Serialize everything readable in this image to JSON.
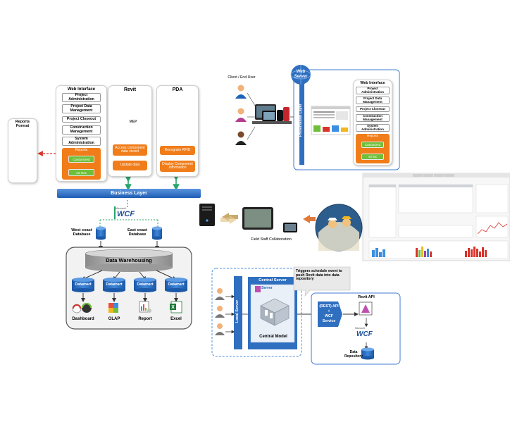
{
  "reports_panel": {
    "title": "Reports Format"
  },
  "web_interface": {
    "title": "Web Interface",
    "items": [
      "Project Administration",
      "Project Data Management",
      "Project Closeout",
      "Construction Management",
      "System Administration"
    ],
    "reports_title": "Reports",
    "buttons": [
      "Customized",
      "Ad Hoc"
    ]
  },
  "revit": {
    "title": "Revit",
    "icon_text": "MEP",
    "actions": [
      "Access component data stored",
      "Update data"
    ]
  },
  "pda": {
    "title": "PDA",
    "actions": [
      "Recognize RFID",
      "Display Component Information"
    ]
  },
  "business_layer": "Business Layer",
  "wcf_label": "WCF",
  "wcf_prefix": "Microsoft",
  "west_db": "West coast Database",
  "east_db": "East coast Database",
  "data_warehousing": "Data Warehousing",
  "datamarts": [
    "Datamart",
    "Datamart",
    "Datamart",
    "Datamart"
  ],
  "outputs": [
    "Dashboard",
    "OLAP",
    "Report",
    "Excel"
  ],
  "client_label": "Client / End User",
  "presentation_layer": "Presentation Layer",
  "web_server": {
    "line1": "Web",
    "line2": "Server"
  },
  "web_interface_right": {
    "title": "Web Interface",
    "items": [
      "Project Administration",
      "Project Data Management",
      "Project Closeout",
      "Construction Management",
      "System Administration"
    ],
    "reports_title": "Reports",
    "buttons": [
      "Customized",
      "Ad hoc"
    ]
  },
  "field_staff": "Field Staff Collaboration",
  "local_server": "Local Server",
  "central_server": "Central Server",
  "server_icon": "Server",
  "central_model": "Central Model",
  "callout": "Triggers schedule event to push Revit data into data repository",
  "rest_api": {
    "line1": "(REST) API",
    "line2": "+",
    "line3": "WCF",
    "line4": "Service"
  },
  "revit_api": "Revit API",
  "data_repository": "Data Repository",
  "colors": {
    "orange": "#f07d1a",
    "green": "#6fbf3a",
    "blue_bar": "#2f6fc0",
    "dash_blue": "#4f8fd8",
    "teal_arrow": "#2aa56a",
    "db_blue": "#1e63b8",
    "red_arrow": "#d9342b"
  }
}
